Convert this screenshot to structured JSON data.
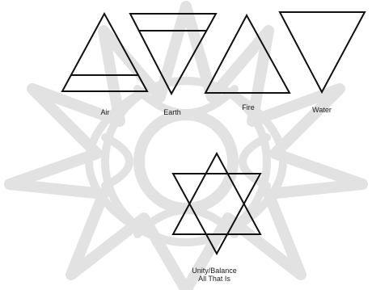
{
  "colors": {
    "background": "#ffffff",
    "watermark": "#e2e2e2",
    "stroke": "#111111"
  },
  "elements": {
    "air": "Air",
    "earth": "Earth",
    "fire": "Fire",
    "water": "Water"
  },
  "unity": {
    "line1": "Unity/Balance",
    "line2": "All That Is"
  }
}
